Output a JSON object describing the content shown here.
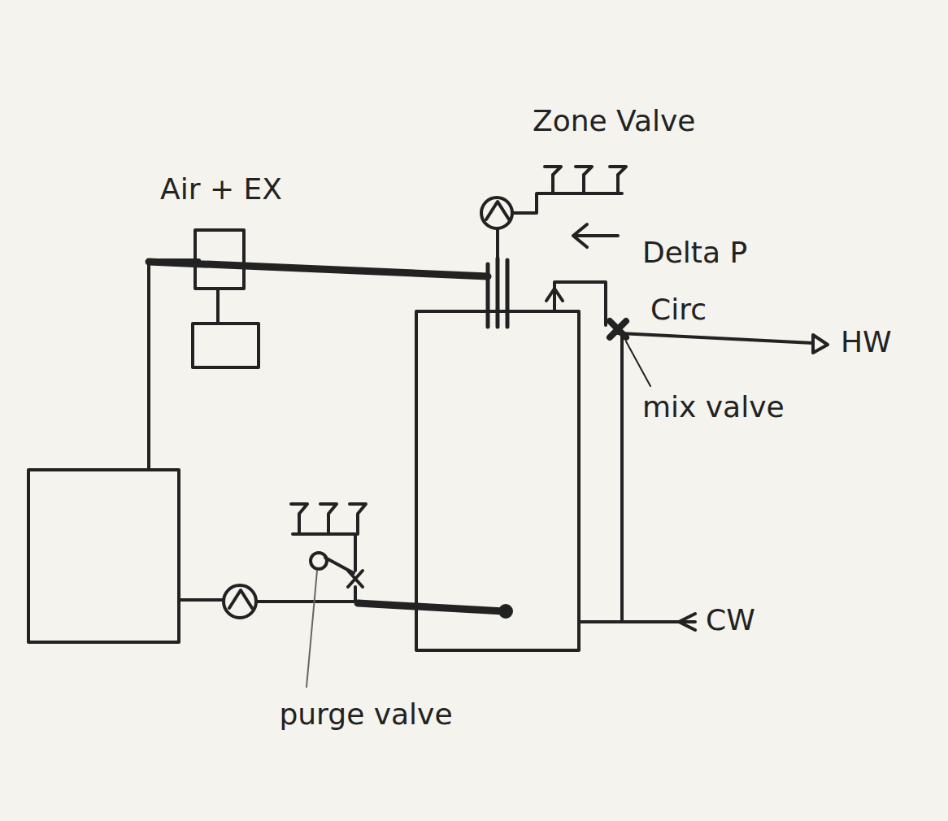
{
  "diagram": {
    "nodes": [
      {
        "text": [
          "Air + EX"
        ]
      }
    ],
    "labels": [
      "Zone Valve",
      "Delta P",
      "Circ",
      "HW",
      "mix valve",
      "CW",
      "purge valve"
    ]
  }
}
